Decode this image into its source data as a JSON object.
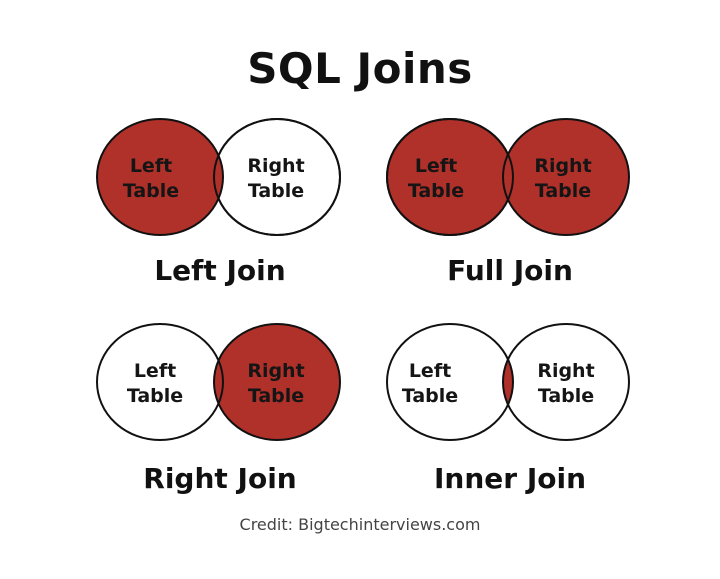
{
  "title": "SQL Joins",
  "colors": {
    "fill": "#b0302a",
    "stroke": "#111111",
    "background": "#ffffff"
  },
  "diagrams": [
    {
      "name": "Left Join",
      "left_label": [
        "Left",
        "Table"
      ],
      "right_label": [
        "Right",
        "Table"
      ],
      "left_filled": true,
      "right_filled": false,
      "intersection_filled": true
    },
    {
      "name": "Full Join",
      "left_label": [
        "Left",
        "Table"
      ],
      "right_label": [
        "Right",
        "Table"
      ],
      "left_filled": true,
      "right_filled": true,
      "intersection_filled": true
    },
    {
      "name": "Right Join",
      "left_label": [
        "Left",
        "Table"
      ],
      "right_label": [
        "Right",
        "Table"
      ],
      "left_filled": false,
      "right_filled": true,
      "intersection_filled": true
    },
    {
      "name": "Inner Join",
      "left_label": [
        "Left",
        "Table"
      ],
      "right_label": [
        "Right",
        "Table"
      ],
      "left_filled": false,
      "right_filled": false,
      "intersection_filled": true
    }
  ],
  "credit": "Credit: Bigtechinterviews.com"
}
